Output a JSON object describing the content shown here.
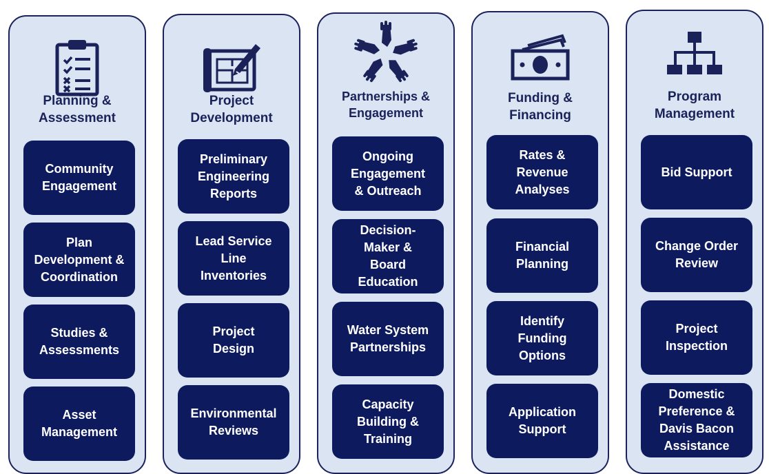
{
  "columns": [
    {
      "title": [
        "Planning &",
        "Assessment"
      ],
      "icon": "clipboard-checklist-icon",
      "cards": [
        [
          "Community",
          "Engagement"
        ],
        [
          "Plan",
          "Development &",
          "Coordination"
        ],
        [
          "Studies &",
          "Assessments"
        ],
        [
          "Asset",
          "Management"
        ]
      ]
    },
    {
      "title": [
        "Project",
        "Development"
      ],
      "icon": "blueprint-pencil-icon",
      "cards": [
        [
          "Preliminary",
          "Engineering",
          "Reports"
        ],
        [
          "Lead Service",
          "Line",
          "Inventories"
        ],
        [
          "Project",
          "Design"
        ],
        [
          "Environmental",
          "Reviews"
        ]
      ]
    },
    {
      "title": [
        "Partnerships &",
        "Engagement"
      ],
      "icon": "joined-hands-icon",
      "cards": [
        [
          "Ongoing",
          "Engagement",
          "& Outreach"
        ],
        [
          "Decision-",
          "Maker &",
          "Board",
          "Education"
        ],
        [
          "Water System",
          "Partnerships"
        ],
        [
          "Capacity",
          "Building &",
          "Training"
        ]
      ]
    },
    {
      "title": [
        "Funding &",
        "Financing"
      ],
      "icon": "money-stack-icon",
      "cards": [
        [
          "Rates &",
          "Revenue",
          "Analyses"
        ],
        [
          "Financial",
          "Planning"
        ],
        [
          "Identify",
          "Funding",
          "Options"
        ],
        [
          "Application",
          "Support"
        ]
      ]
    },
    {
      "title": [
        "Program",
        "Management"
      ],
      "icon": "org-chart-icon",
      "cards": [
        [
          "Bid Support"
        ],
        [
          "Change Order",
          "Review"
        ],
        [
          "Project",
          "Inspection"
        ],
        [
          "Domestic",
          "Preference &",
          "Davis Bacon",
          "Assistance"
        ]
      ]
    }
  ]
}
